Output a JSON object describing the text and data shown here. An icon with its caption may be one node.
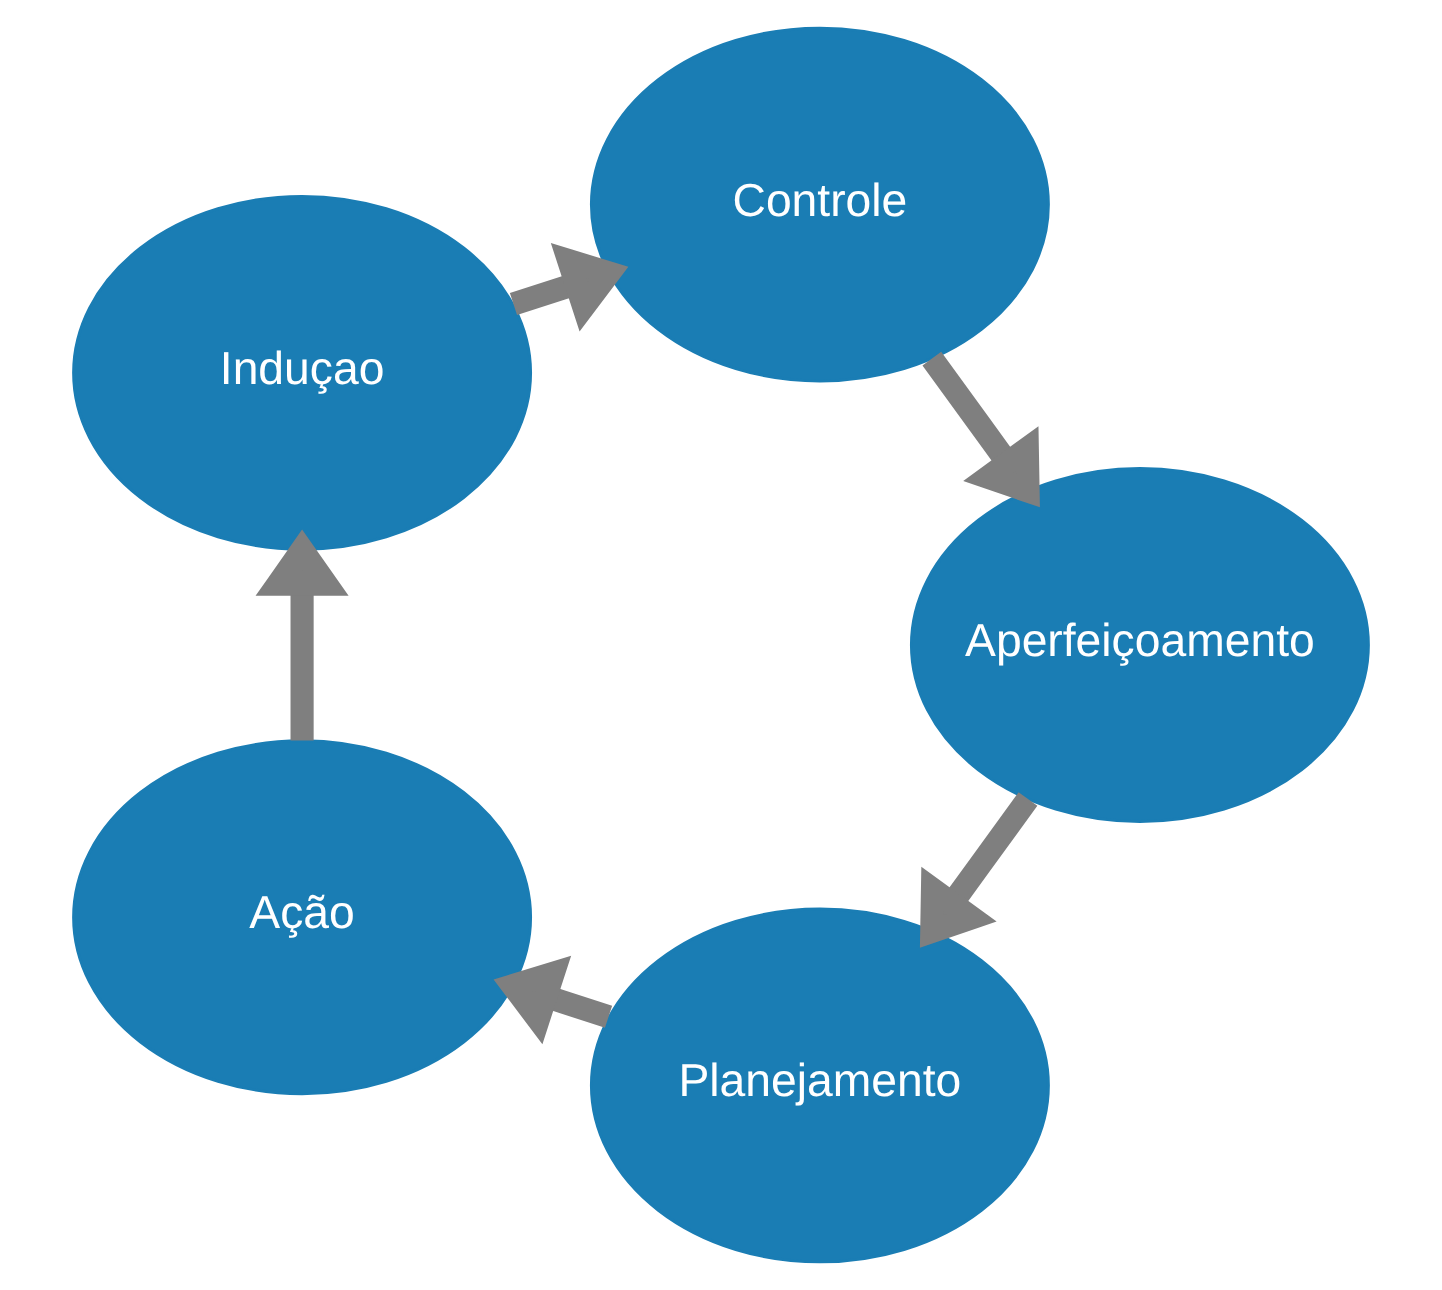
{
  "diagram": {
    "nodes": [
      {
        "text": [
          "Planejamento"
        ]
      },
      {
        "text": [
          "Ação"
        ]
      },
      {
        "text": [
          "Induçao"
        ]
      },
      {
        "text": [
          "Controle"
        ]
      },
      {
        "text": [
          "Aperfeiçoamento"
        ]
      }
    ],
    "edges": [
      {
        "from": 0,
        "to": 1,
        "arrow": "to"
      },
      {
        "from": 1,
        "to": 2,
        "arrow": "to"
      },
      {
        "from": 2,
        "to": 3,
        "arrow": "to"
      },
      {
        "from": 3,
        "to": 4,
        "arrow": "to"
      },
      {
        "from": 4,
        "to": 0,
        "arrow": "to"
      }
    ]
  }
}
